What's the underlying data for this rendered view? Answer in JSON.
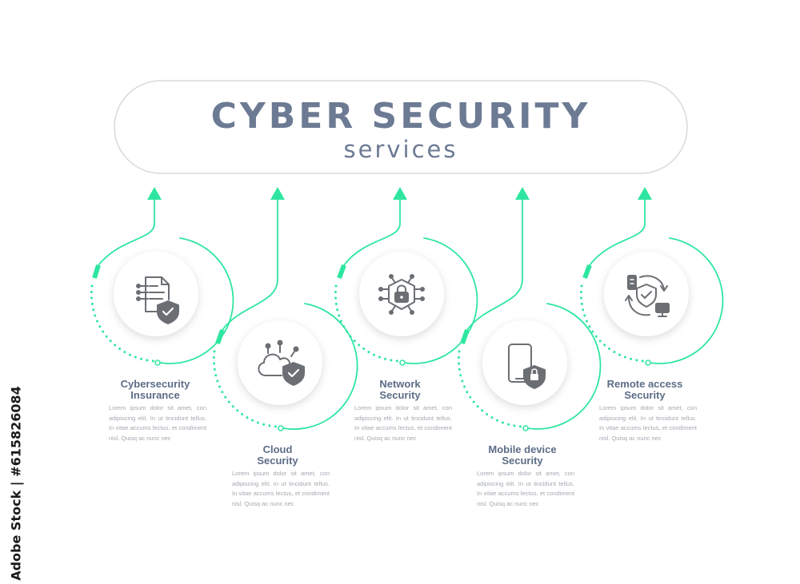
{
  "title": {
    "main": "CYBER SECURITY",
    "sub": "services"
  },
  "steps": [
    {
      "title_line1": "Cybersecurity",
      "title_line2": "Insurance",
      "icon": "document-shield-icon",
      "body": "Lorem ipsum dolor sit amet, con adipiscing elit. In ut tincidunt tellus. In vitae accums lectus, et condiment nisl. Quisq ac nunc nec"
    },
    {
      "title_line1": "Cloud",
      "title_line2": "Security",
      "icon": "cloud-shield-icon",
      "body": "Lorem ipsum dolor sit amet, con adipiscing elit. In ut tincidunt tellus. In vitae accums lectus, et condiment nisl. Quisq ac nunc nec"
    },
    {
      "title_line1": "Network",
      "title_line2": "Security",
      "icon": "network-lock-icon",
      "body": "Lorem ipsum dolor sit amet, con adipiscing elit. In ut tincidunt tellus. In vitae accums lectus, et condiment nisl. Quisq ac nunc nec"
    },
    {
      "title_line1": "Mobile device",
      "title_line2": "Security",
      "icon": "mobile-lock-icon",
      "body": "Lorem ipsum dolor sit amet, con adipiscing elit. In ut tincidunt tellus. In vitae accums lectus, et condiment nisl. Quisq ac nunc nec"
    },
    {
      "title_line1": "Remote access",
      "title_line2": "Security",
      "icon": "remote-access-shield-icon",
      "body": "Lorem ipsum dolor sit amet, con adipiscing elit. In ut tincidunt tellus. In vitae accums lectus, et condiment nisl. Quisq ac nunc nec"
    }
  ],
  "stock_id": "Adobe Stock | #615826084",
  "colors": {
    "accent": "#2ee6a0",
    "title": "#6c7a93",
    "icon": "#6b6f74",
    "text": "#5d6d87",
    "body": "#a3a8b0"
  }
}
